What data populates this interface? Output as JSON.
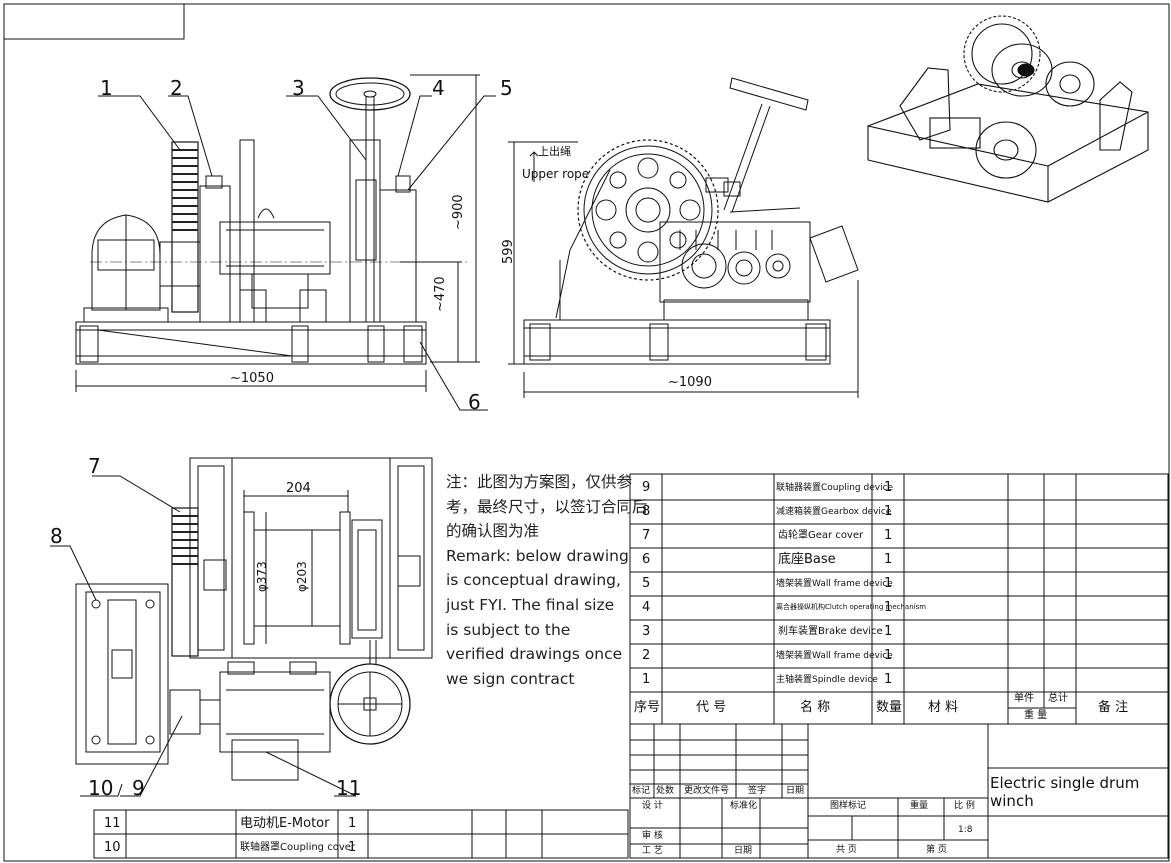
{
  "drawing": {
    "balloons": [
      "1",
      "2",
      "3",
      "4",
      "5",
      "6",
      "7",
      "8",
      "9",
      "10",
      "11"
    ],
    "dimensions": {
      "width_side": "~1050",
      "width_front": "~1090",
      "height_total": "~900",
      "height_axis": "~470",
      "height_front": "599",
      "drum_length": "204",
      "flange_dia": "φ373",
      "drum_dia": "φ203"
    },
    "rope_label_cn": "上出绳",
    "rope_label_en": "Upper rope"
  },
  "note": {
    "lines": [
      "注：此图为方案图，仅供参",
      "考，最终尺寸，以签订合同后",
      "的确认图为准",
      "Remark: below drawing",
      "is conceptual drawing,",
      "just FYI. The final size",
      "is subject to the",
      "verified drawings once",
      "we sign contract"
    ]
  },
  "parts_table": {
    "rows": [
      {
        "no": "9",
        "name": "联轴器装置Coupling device",
        "qty": "1"
      },
      {
        "no": "8",
        "name": "减速箱装置Gearbox device",
        "qty": "1"
      },
      {
        "no": "7",
        "name": "齿轮罩Gear cover",
        "qty": "1"
      },
      {
        "no": "6",
        "name": "底座Base",
        "qty": "1"
      },
      {
        "no": "5",
        "name": "墙架装置Wall frame device",
        "qty": "1"
      },
      {
        "no": "4",
        "name": "离合器操纵机构Clutch operating mechanism",
        "qty": "1"
      },
      {
        "no": "3",
        "name": "刹车装置Brake device",
        "qty": "1"
      },
      {
        "no": "2",
        "name": "墙架装置Wall frame device",
        "qty": "1"
      },
      {
        "no": "1",
        "name": "主轴装置Spindle device",
        "qty": "1"
      }
    ],
    "header": {
      "no": "序号",
      "code": "代  号",
      "name": "名  称",
      "qty": "数量",
      "material": "材  料",
      "unit": "单件",
      "total": "总计",
      "weight": "重  量",
      "remark": "备  注"
    }
  },
  "lower_table": {
    "rows": [
      {
        "no": "11",
        "name": "电动机E-Motor",
        "qty": "1"
      },
      {
        "no": "10",
        "name": "联轴器罩Coupling cover",
        "qty": "1"
      }
    ]
  },
  "title_block": {
    "title": "Electric single drum winch",
    "mark": "标记",
    "count": "处数",
    "change_doc": "更改文件号",
    "sign": "签字",
    "date": "日期",
    "design": "设  计",
    "standard": "标准化",
    "review": "审  核",
    "process": "工  艺",
    "date2": "日期",
    "drawing_mark": "图样标记",
    "weight": "重量",
    "scale_label": "比 例",
    "scale": "1:8",
    "total_sheets": "共    页",
    "sheet": "第    页"
  }
}
